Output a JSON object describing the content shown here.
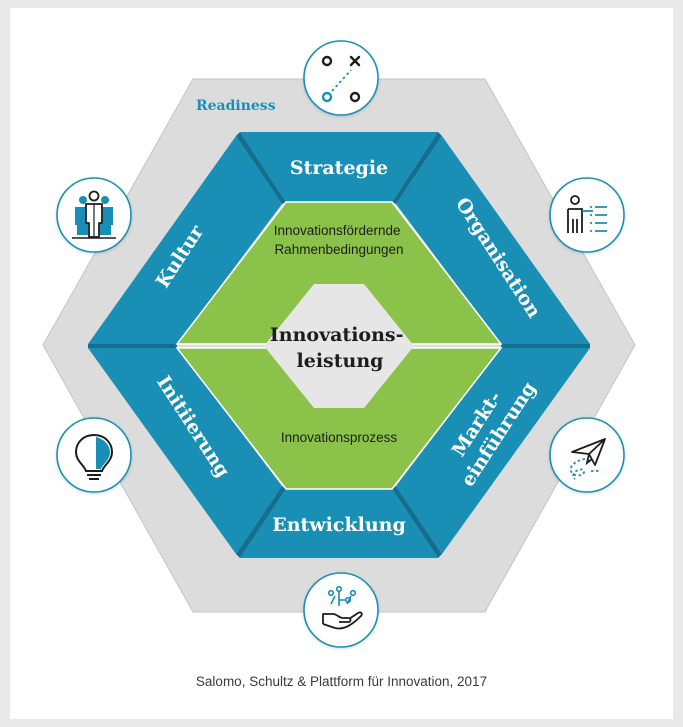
{
  "readiness_label": "Readiness",
  "segments": {
    "strategie": "Strategie",
    "organisation": "Organisation",
    "markteinfuehrung_line1": "Markt-",
    "markteinfuehrung_line2": "einführung",
    "entwicklung": "Entwicklung",
    "initiierung": "Initiierung",
    "kultur": "Kultur"
  },
  "green": {
    "top_line1": "Innovationsfördernde",
    "top_line2": "Rahmenbedingungen",
    "bottom": "Innovationsprozess"
  },
  "core": {
    "line1": "Innovations-",
    "line2": "leistung"
  },
  "source": "Salomo, Schultz & Plattform für Innovation, 2017",
  "colors": {
    "hex_outer": "#dcdcdc",
    "teal": "#1a8fb5",
    "teal_dark": "#136f8f",
    "green": "#8bc34a",
    "core": "#e6e6e6"
  },
  "icons": [
    "strategy-icon",
    "org-chart-icon",
    "paper-plane-icon",
    "hand-network-icon",
    "lightbulb-icon",
    "people-icon"
  ]
}
